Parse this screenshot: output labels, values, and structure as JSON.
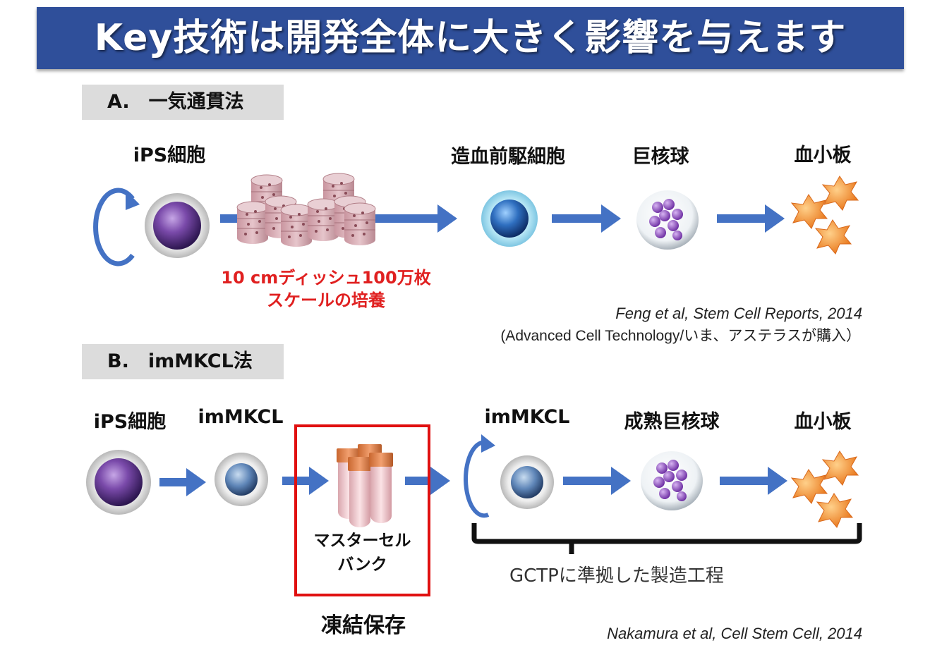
{
  "title": "Key技術は開発全体に大きく影響を与えます",
  "section_a": {
    "label": "A.　一気通貫法",
    "ips": "iPS細胞",
    "progenitor": "造血前駆細胞",
    "megakaryocyte": "巨核球",
    "platelet": "血小板",
    "culture_line1": "10 cmディッシュ100万枚",
    "culture_line2": "スケールの培養",
    "citation": "Feng et al, Stem Cell Reports, 2014",
    "note": "(Advanced Cell Technology/いま、アステラスが購入）"
  },
  "section_b": {
    "label": "B.　imMKCL法",
    "ips": "iPS細胞",
    "immkcl_1": "imMKCL",
    "immkcl_2": "imMKCL",
    "mature_mk": "成熟巨核球",
    "platelet": "血小板",
    "master_bank_line1": "マスターセル",
    "master_bank_line2": "バンク",
    "frozen": "凍結保存",
    "gctp": "GCTPに準拠した製造工程",
    "citation": "Nakamura et al, Cell Stem Cell, 2014"
  },
  "colors": {
    "banner": "#2f4f9a",
    "arrow": "#4472c4",
    "highlight": "#e01010",
    "ips_cell": "#6a3d9a",
    "progenitor_cell": "#2f6fc0",
    "platelet": "#f08a24"
  }
}
